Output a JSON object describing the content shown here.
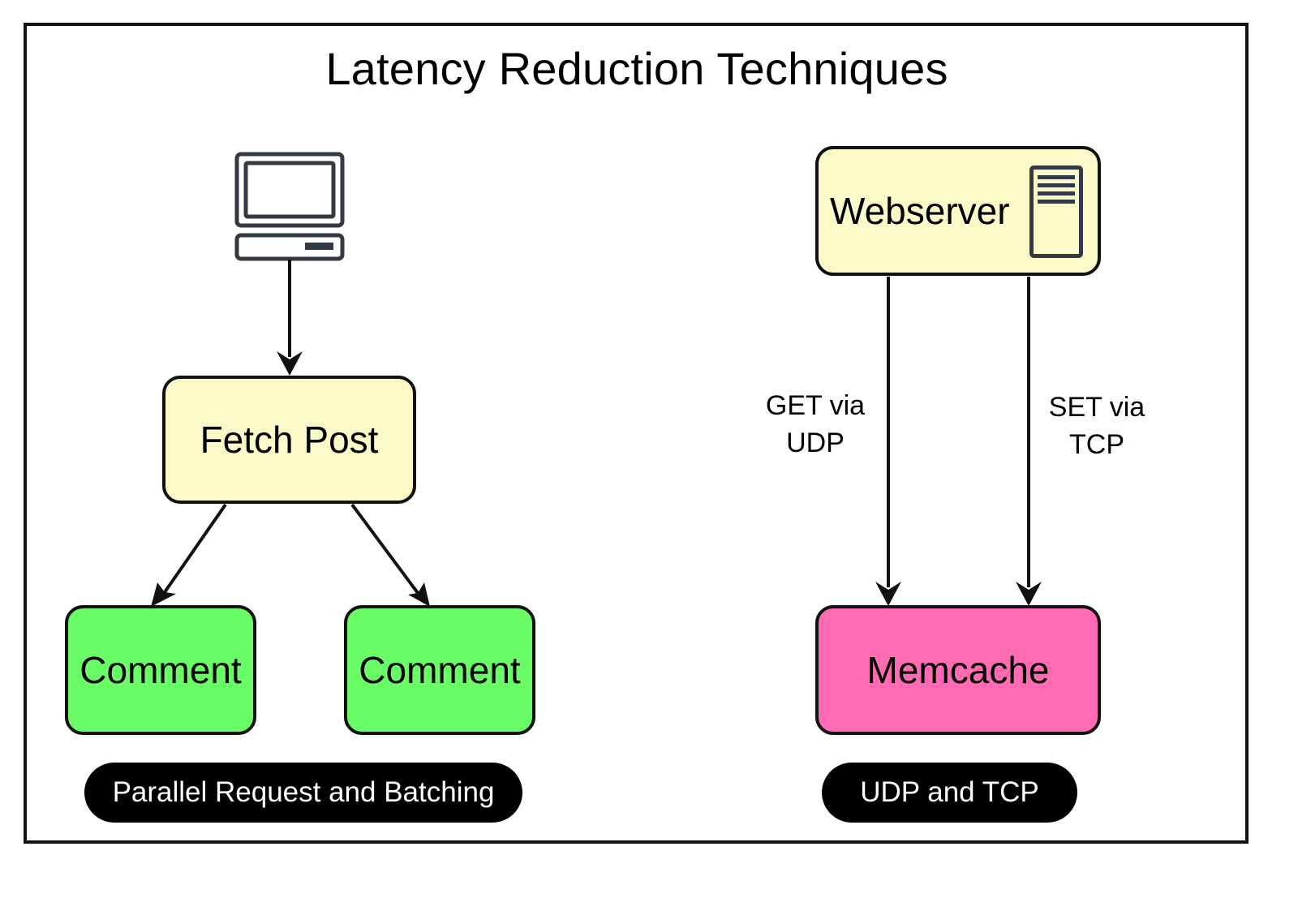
{
  "title": "Latency Reduction Techniques",
  "nodes": {
    "fetch_post": "Fetch Post",
    "comment_left": "Comment",
    "comment_right": "Comment",
    "webserver": "Webserver",
    "memcache": "Memcache"
  },
  "edges": {
    "get_label_line1": "GET via",
    "get_label_line2": "UDP",
    "set_label_line1": "SET via",
    "set_label_line2": "TCP"
  },
  "captions": {
    "left": "Parallel Request and Batching",
    "right": "UDP and TCP"
  },
  "icons": {
    "client": "computer-icon",
    "server": "server-icon"
  },
  "colors": {
    "cream": "#fcf9c8",
    "green": "#69fc66",
    "pink": "#ff6bb3",
    "icon": "#333a45"
  }
}
